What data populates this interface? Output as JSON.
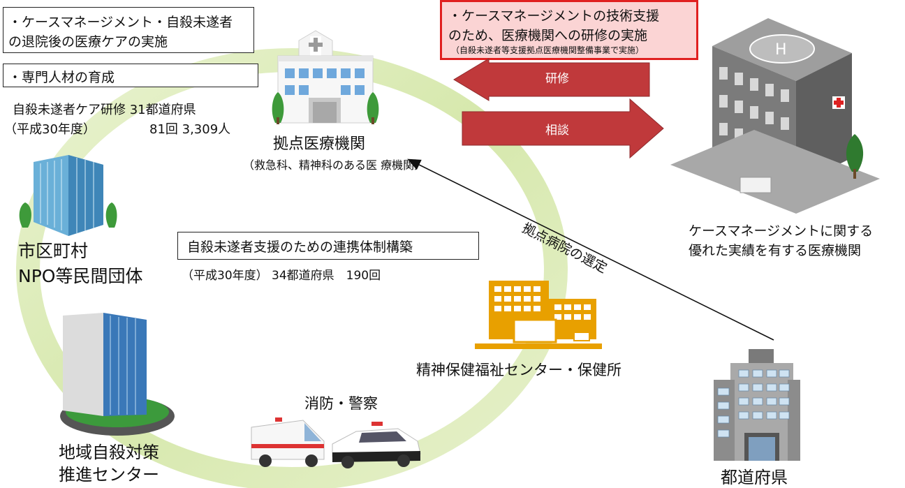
{
  "top_left_box": {
    "lines": [
      "・ケースマネージメント・自殺未遂者",
      "の退院後の医療ケアの実施"
    ]
  },
  "training_box": {
    "text": "・専門人材の育成"
  },
  "training_stats": {
    "line1": "自殺未遂者ケア研修 31都道府県",
    "line2": "（平成30年度）",
    "line2b": "81回 3,309人"
  },
  "base_hospital": {
    "title": "拠点医療機関",
    "sub": "（救急科、精神科のある医\n療機関）"
  },
  "top_right_box": {
    "line1": "・ケースマネージメントの技術支援",
    "line2": "のため、医療機関への研修の実施",
    "line3": "（自殺未遂者等支援拠点医療機関整備事業で実施）"
  },
  "arrows": {
    "training": "研修",
    "consult": "相談"
  },
  "advanced_hospital": {
    "line1": "ケースマネージメントに関する",
    "line2": "優れた実績を有する医療機関"
  },
  "municipality": {
    "line1": "市区町村",
    "line2": "NPO等民間団体"
  },
  "coop_box": {
    "text": "自殺未遂者支援のための連携体制構築"
  },
  "coop_stats": {
    "text": "（平成30年度） 34都道府県　190回"
  },
  "selection_label": "拠点病院の選定",
  "mental_center": {
    "text": "精神保健福祉センター・保健所"
  },
  "fire_police": {
    "text": "消防・警察"
  },
  "regional_center": {
    "line1": "地域自殺対策",
    "line2": "推進センター"
  },
  "prefecture": {
    "text": "都道府県"
  },
  "colors": {
    "arrow_red": "#c0393b",
    "ring_green": "#d4e6a8",
    "highlight_border": "#e02020",
    "highlight_fill": "#fbd4d4",
    "orange": "#e8a000"
  }
}
